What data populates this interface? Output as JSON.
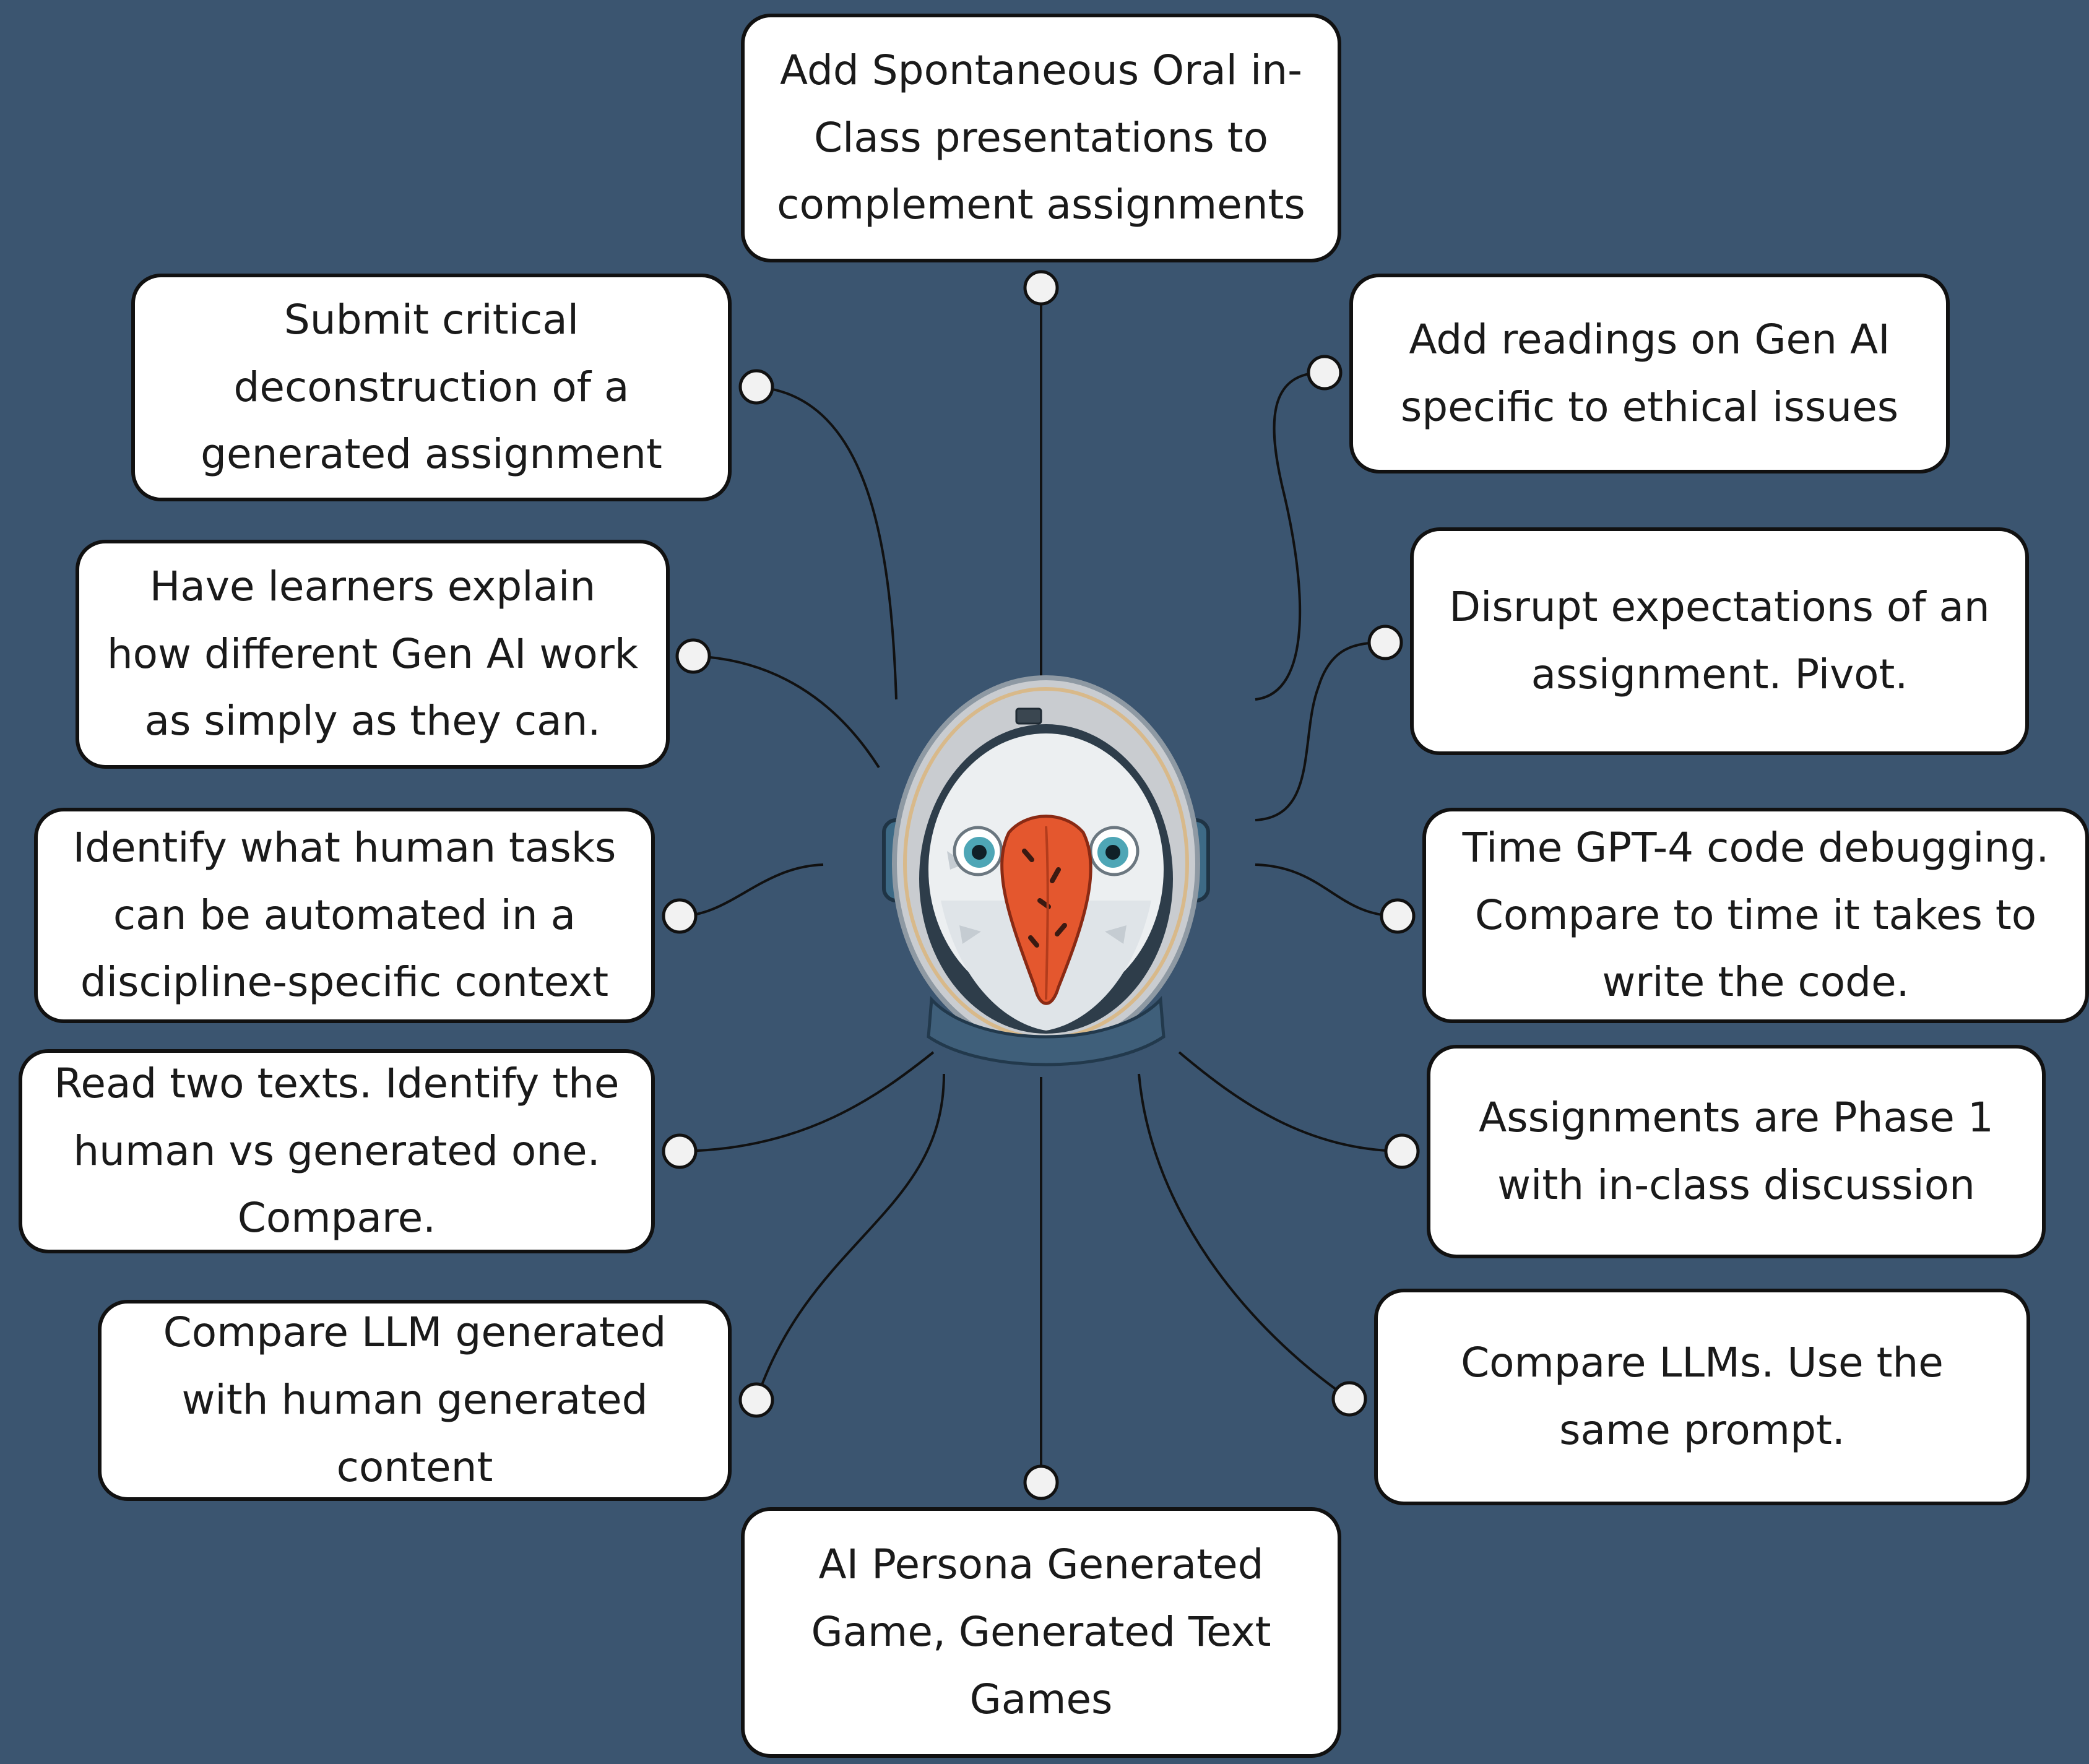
{
  "nodes": [
    {
      "id": "top",
      "text": "Add Spontaneous Oral in-\nClass presentations to\ncomplement assignments"
    },
    {
      "id": "top-left",
      "text": "Submit critical\ndeconstruction of a\ngenerated assignment"
    },
    {
      "id": "top-right",
      "text": "Add readings on Gen AI\nspecific to ethical issues"
    },
    {
      "id": "left-2",
      "text": "Have learners explain\nhow different Gen AI work\nas simply as they can."
    },
    {
      "id": "right-2",
      "text": "Disrupt expectations of an\nassignment. Pivot."
    },
    {
      "id": "left-3",
      "text": "Identify what human tasks\ncan be automated in a\ndiscipline-specific context"
    },
    {
      "id": "right-3",
      "text": "Time GPT-4 code debugging.\nCompare to time it takes to\nwrite the code."
    },
    {
      "id": "left-4",
      "text": "Read two texts. Identify the\nhuman vs generated one.\nCompare."
    },
    {
      "id": "right-4",
      "text": "Assignments are Phase 1\nwith in-class discussion"
    },
    {
      "id": "left-5",
      "text": "Compare LLM generated\nwith human generated\ncontent"
    },
    {
      "id": "right-5",
      "text": "Compare LLMs. Use the\nsame prompt."
    },
    {
      "id": "bottom",
      "text": "AI Persona Generated\nGame, Generated Text\nGames"
    }
  ],
  "colors": {
    "background": "#3b5570",
    "node_fill": "#ffffff",
    "node_border": "#111111",
    "connector": "#111111",
    "connector_dot": "#f2f2f2"
  },
  "center_image": {
    "icon": "astronaut-bird-icon"
  }
}
